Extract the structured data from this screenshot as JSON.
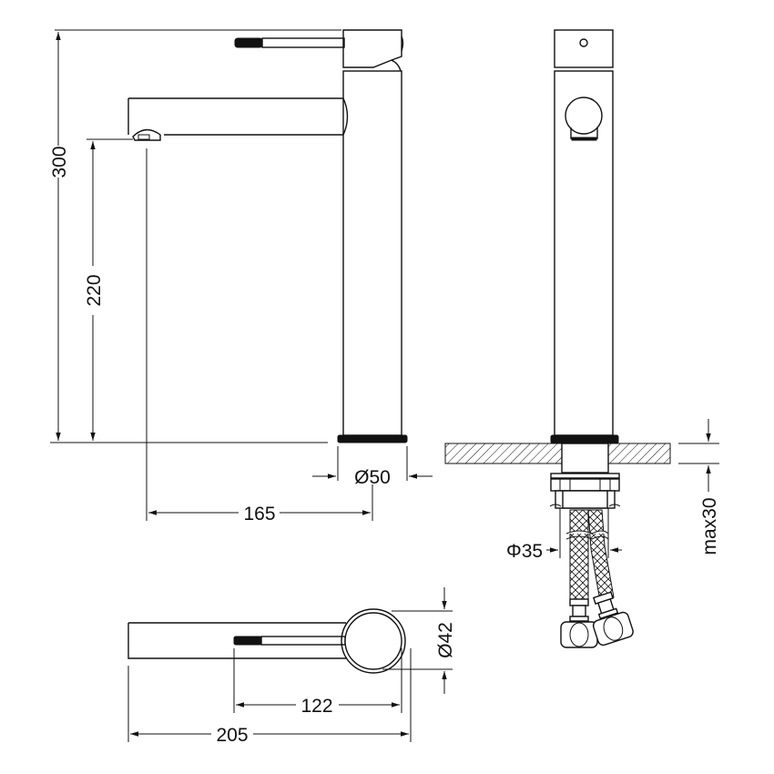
{
  "drawing": {
    "subject": "Single-lever tall basin mixer — technical dimension drawing",
    "views": [
      "side-view",
      "front-view",
      "top-view",
      "installation-detail"
    ],
    "colors": {
      "line": "#111111",
      "background": "#ffffff"
    }
  },
  "dimensions": {
    "total_height": {
      "label": "300",
      "unit": "mm"
    },
    "spout_height": {
      "label": "220",
      "unit": "mm"
    },
    "spout_reach": {
      "label": "165",
      "unit": "mm"
    },
    "base_diameter": {
      "label": "Ø50",
      "unit": "mm"
    },
    "body_diameter_top": {
      "label": "Ø42",
      "unit": "mm"
    },
    "handle_length": {
      "label": "122",
      "unit": "mm"
    },
    "overall_length": {
      "label": "205",
      "unit": "mm"
    },
    "mount_hole": {
      "label": "Φ35",
      "unit": "mm"
    },
    "max_deck_thickness": {
      "label": "max30",
      "unit": "mm"
    }
  }
}
